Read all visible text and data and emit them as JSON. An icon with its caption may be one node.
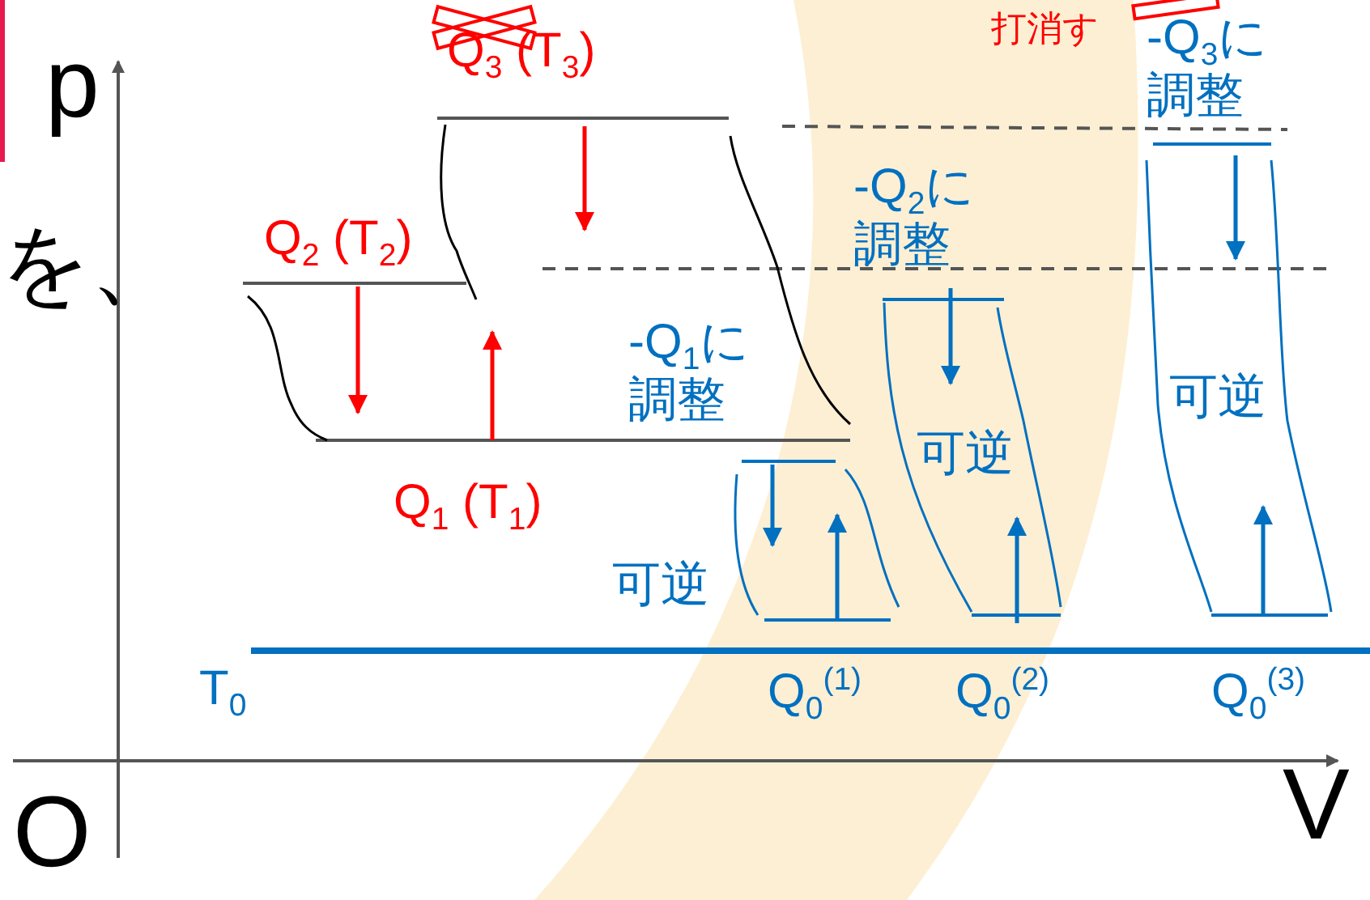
{
  "diagram": {
    "labels": [
      "p",
      "Q$_{3}$ (T$_{3}$)",
      "打消す",
      "-Q$_{3}$に調整",
      "を、",
      "Q$_{2}$ (T$_{2}$)",
      "-Q$_{2}$に調整",
      "-Q$_{1}$に調整",
      "可逆",
      "可逆",
      "Q$_{1}$ (T$_{1}$)",
      "可逆",
      "T$_{0}$",
      "Q$_{0}$$^{(1)}$",
      "Q$_{0}$$^{(2)}$",
      "Q$_{0}$$^{(3)}$",
      "O",
      "V"
    ]
  }
}
